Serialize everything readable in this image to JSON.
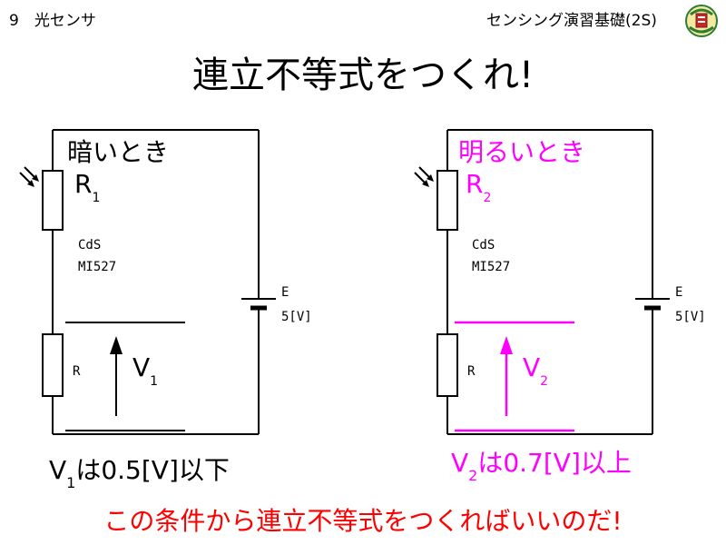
{
  "header": {
    "section": "9　光センサ",
    "course": "センシング演習基礎(2S)",
    "emblem_icon": "university-emblem-icon"
  },
  "title": "連立不等式をつくれ!",
  "circuits": [
    {
      "condition": "暗いとき",
      "ldr_label": "R",
      "ldr_sub": "1",
      "sensor_line1": "CdS",
      "sensor_line2": "MI527",
      "fixed_resistor": "R",
      "battery_name": "E",
      "battery_value": "5[V]",
      "voltage_label": "V",
      "voltage_sub": "1",
      "caption_v": "V",
      "caption_sub": "1",
      "caption_text": "は0.5[V]以下",
      "color": "#000000"
    },
    {
      "condition": "明るいとき",
      "ldr_label": "R",
      "ldr_sub": "2",
      "sensor_line1": "CdS",
      "sensor_line2": "MI527",
      "fixed_resistor": "R",
      "battery_name": "E",
      "battery_value": "5[V]",
      "voltage_label": "V",
      "voltage_sub": "2",
      "caption_v": "V",
      "caption_sub": "2",
      "caption_text": "は0.7[V]以上",
      "color": "#ff00ff"
    }
  ],
  "footer": "この条件から連立不等式をつくればいいのだ!",
  "colors": {
    "highlight": "#ff00ff",
    "footer": "#ff0000"
  }
}
